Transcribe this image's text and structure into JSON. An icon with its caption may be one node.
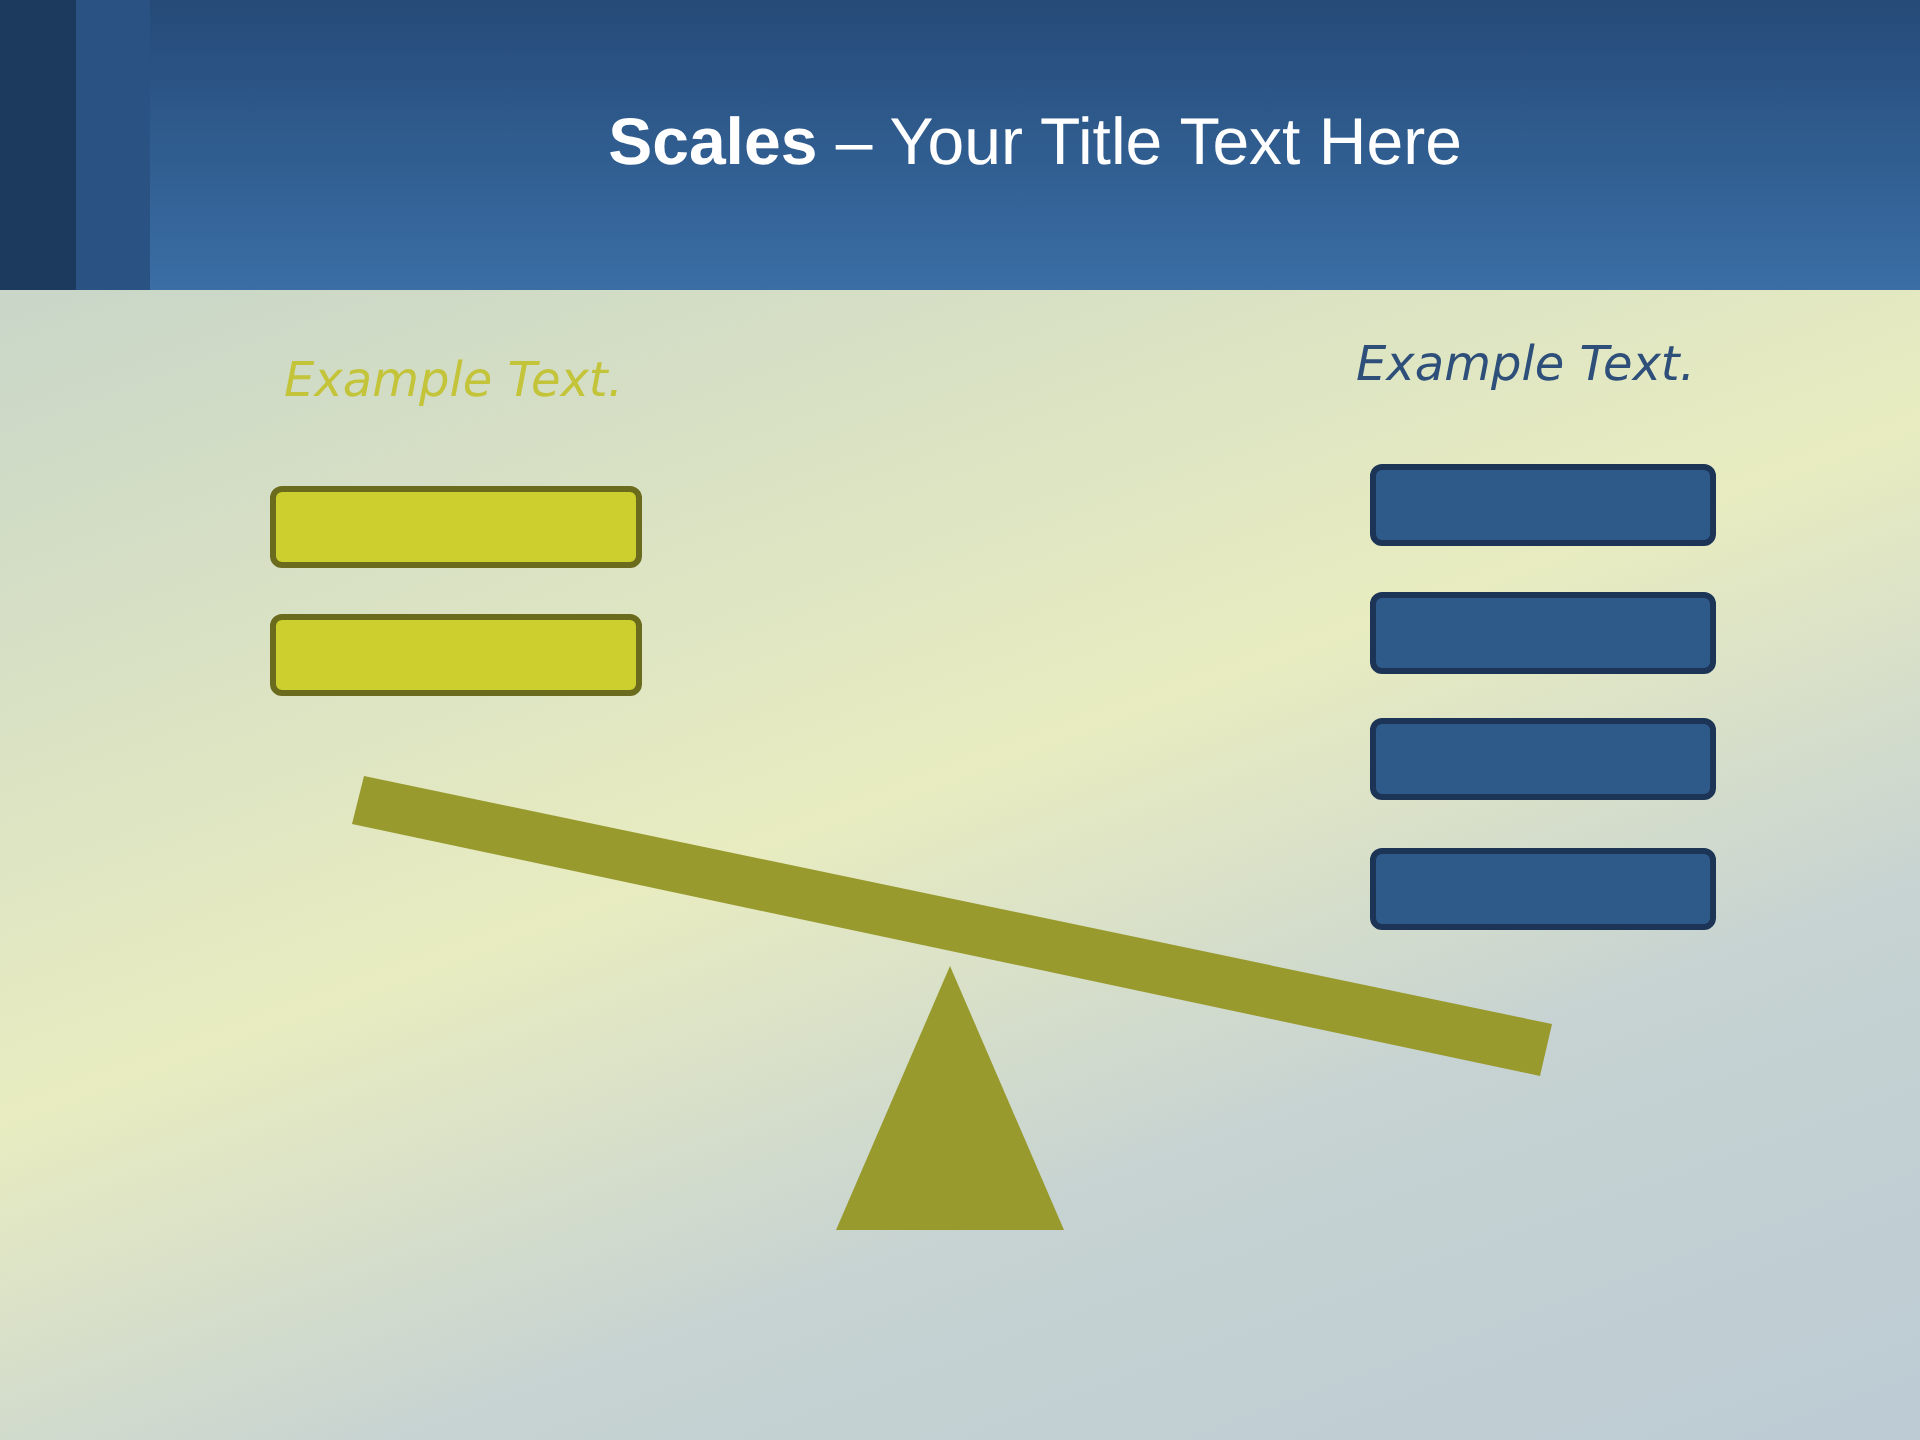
{
  "diagram": {
    "title": "**Scales** – Your Title Text Here",
    "nodes": [
      {
        "text": [],
        "shape": "box"
      },
      {
        "text": [],
        "shape": "box"
      },
      {
        "text": [],
        "shape": "box"
      },
      {
        "text": [],
        "shape": "box"
      },
      {
        "text": [],
        "shape": "box"
      },
      {
        "text": [],
        "shape": "box"
      }
    ],
    "labels": [
      "Example Text.",
      "Example Text."
    ]
  }
}
